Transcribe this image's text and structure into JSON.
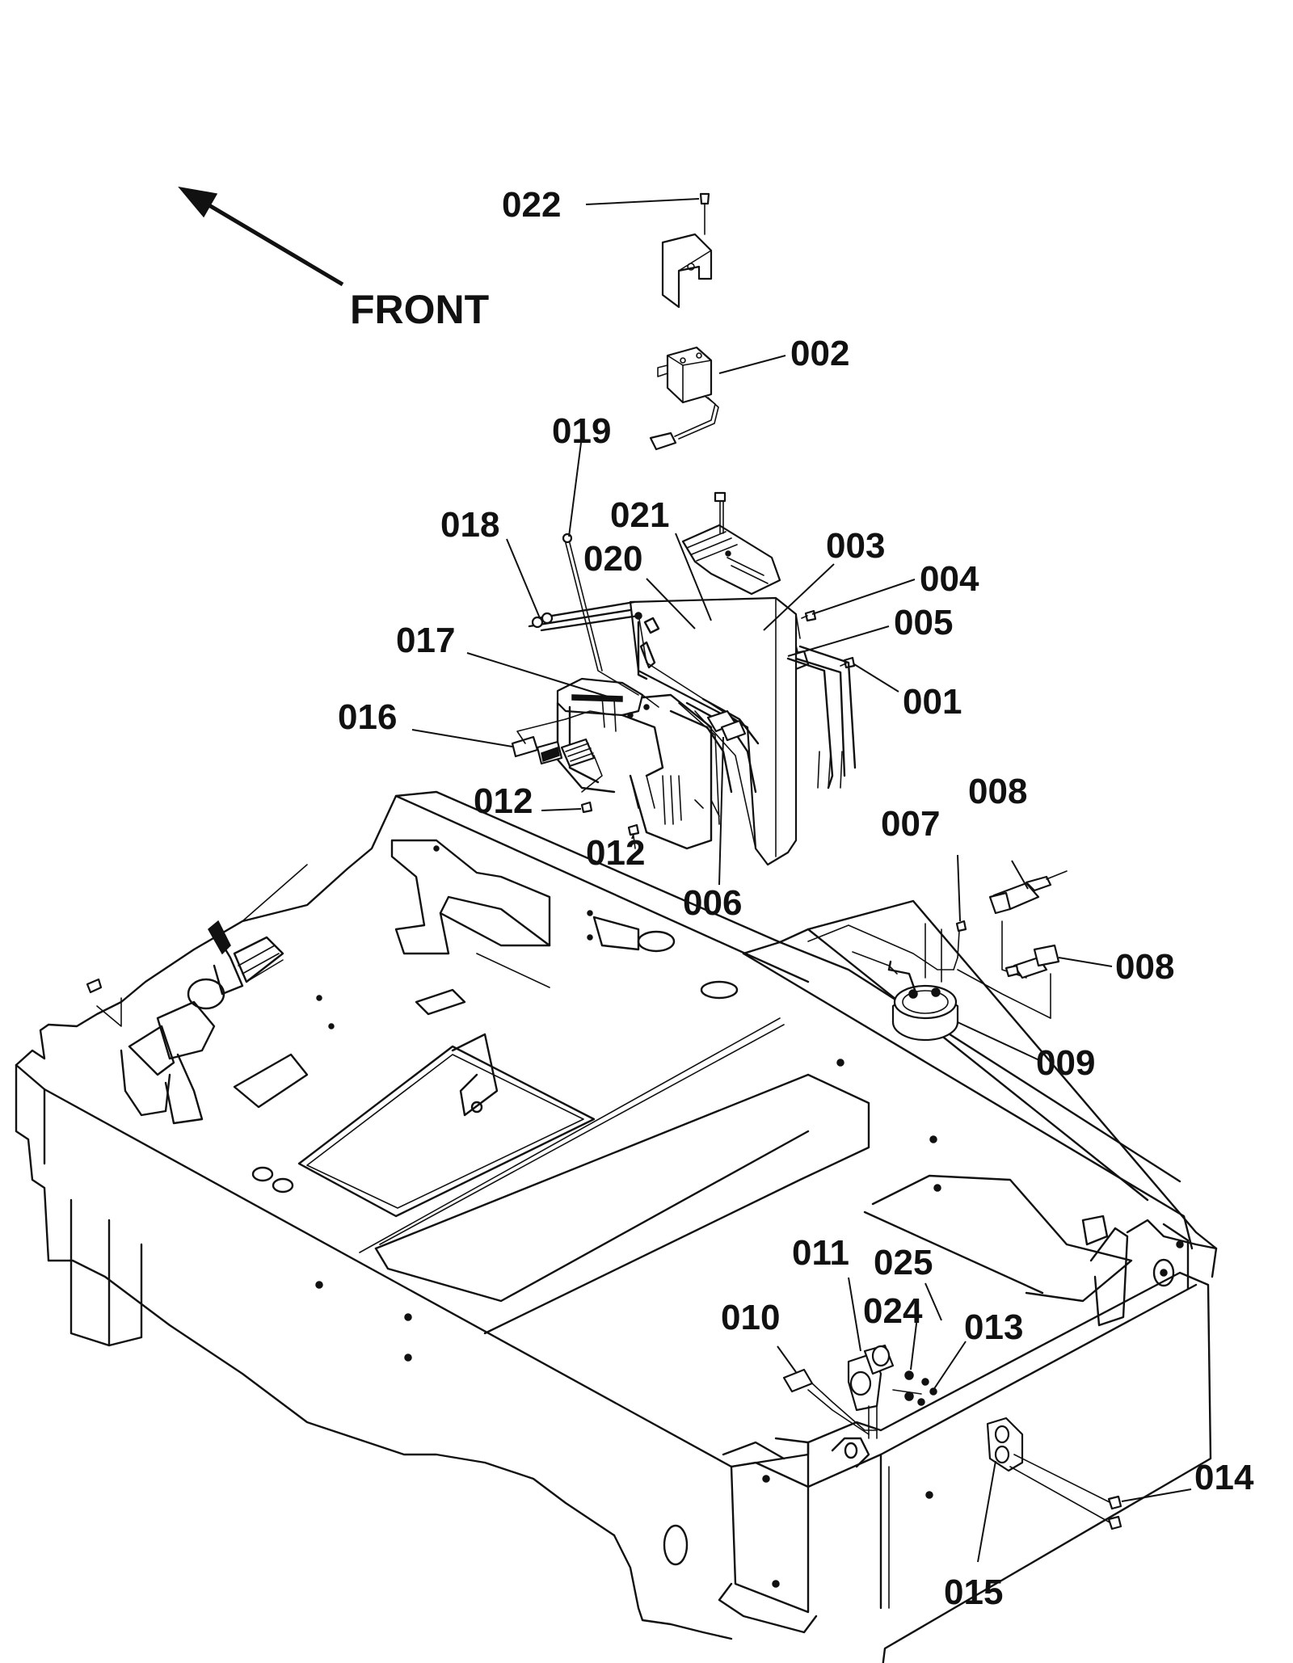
{
  "direction": {
    "label": "FRONT"
  },
  "callouts": [
    {
      "id": "022",
      "label": "022"
    },
    {
      "id": "002",
      "label": "002"
    },
    {
      "id": "019",
      "label": "019"
    },
    {
      "id": "018",
      "label": "018"
    },
    {
      "id": "021",
      "label": "021"
    },
    {
      "id": "020",
      "label": "020"
    },
    {
      "id": "003",
      "label": "003"
    },
    {
      "id": "004",
      "label": "004"
    },
    {
      "id": "005",
      "label": "005"
    },
    {
      "id": "001",
      "label": "001"
    },
    {
      "id": "017",
      "label": "017"
    },
    {
      "id": "016",
      "label": "016"
    },
    {
      "id": "012a",
      "label": "012"
    },
    {
      "id": "012b",
      "label": "012"
    },
    {
      "id": "006",
      "label": "006"
    },
    {
      "id": "008a",
      "label": "008"
    },
    {
      "id": "007",
      "label": "007"
    },
    {
      "id": "008b",
      "label": "008"
    },
    {
      "id": "009",
      "label": "009"
    },
    {
      "id": "011",
      "label": "011"
    },
    {
      "id": "025",
      "label": "025"
    },
    {
      "id": "024",
      "label": "024"
    },
    {
      "id": "010",
      "label": "010"
    },
    {
      "id": "013",
      "label": "013"
    },
    {
      "id": "014",
      "label": "014"
    },
    {
      "id": "015",
      "label": "015"
    }
  ]
}
